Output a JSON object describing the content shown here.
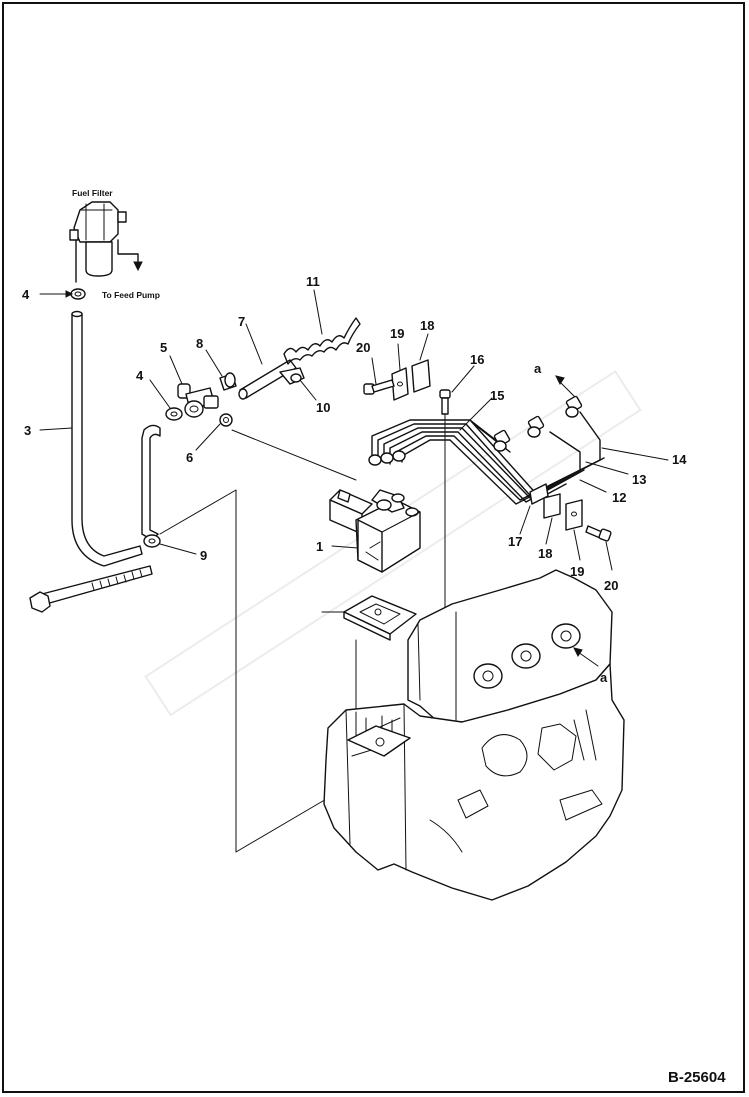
{
  "diagram": {
    "drawing_code": "B-25604",
    "captions": {
      "fuel_filter": "Fuel Filter",
      "to_feed_pump": "To Feed Pump"
    },
    "callouts": {
      "c1": "1",
      "c3": "3",
      "c4a": "4",
      "c4b": "4",
      "c5": "5",
      "c6": "6",
      "c7": "7",
      "c8": "8",
      "c9": "9",
      "c10": "10",
      "c11": "11",
      "c12": "12",
      "c13": "13",
      "c14": "14",
      "c15": "15",
      "c16": "16",
      "c17": "17",
      "c18a": "18",
      "c18b": "18",
      "c19a": "19",
      "c19b": "19",
      "c20a": "20",
      "c20b": "20",
      "ca1": "a",
      "ca2": "a"
    }
  }
}
